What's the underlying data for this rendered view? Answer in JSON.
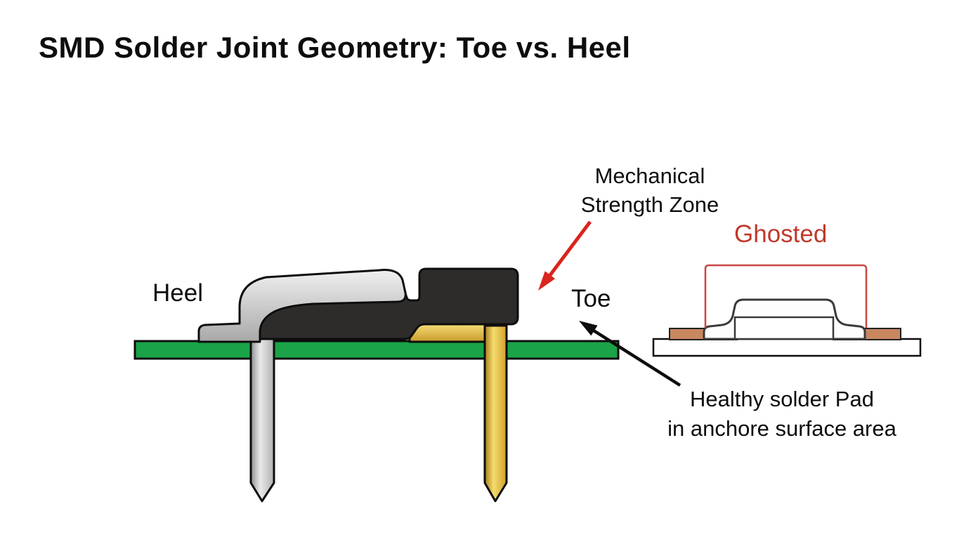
{
  "title": "SMD Solder Joint Geometry: Toe vs. Heel",
  "labels": {
    "heel": "Heel",
    "toe": "Toe",
    "mechanical_zone_line1": "Mechanical",
    "mechanical_zone_line2": "Strength Zone",
    "ghosted": "Ghosted",
    "healthy_pad_line1": "Healthy solder Pad",
    "healthy_pad_line2": "in anchore surface area"
  },
  "colors": {
    "pcb_green": "#1aa348",
    "lead_silver": "#cbcbcb",
    "lead_gold": "#e7c64b",
    "component_body": "#2e2c2a",
    "copper_pad": "#c8875f",
    "ghost_outline_red": "#c74743",
    "ghosted_text_red": "#c0392b",
    "red_arrow": "#d9251d",
    "black_arrow": "#0d0d0d",
    "outline_black": "#0d0d0d"
  }
}
